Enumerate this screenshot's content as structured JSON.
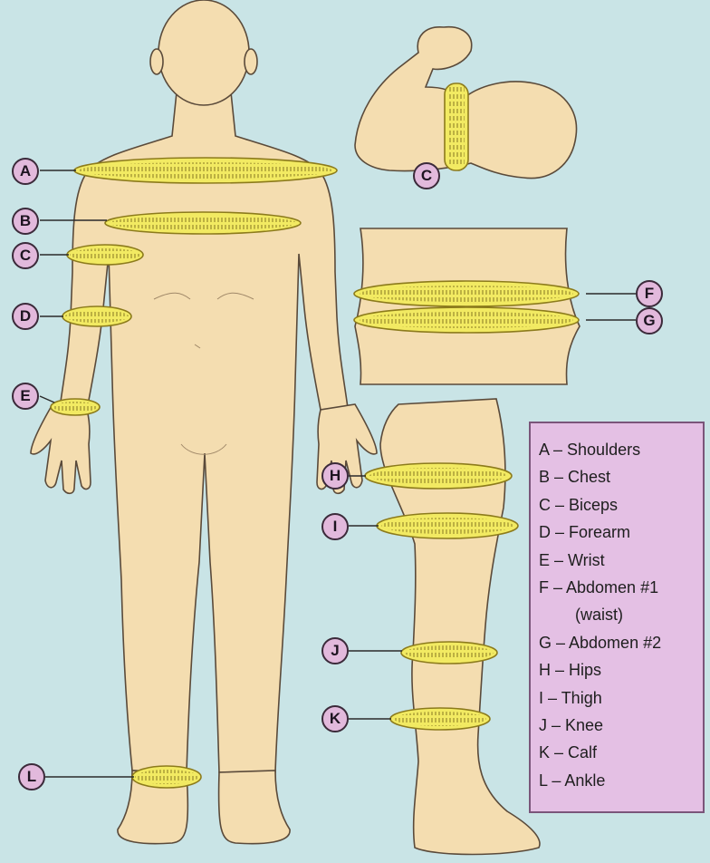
{
  "labels": {
    "a": "A",
    "b": "B",
    "c": "C",
    "d": "D",
    "e": "E",
    "f": "F",
    "g": "G",
    "h": "H",
    "i": "I",
    "j": "J",
    "k": "K",
    "l": "L"
  },
  "legend": {
    "items": [
      "A – Shoulders",
      "B – Chest",
      "C – Biceps",
      "D – Forearm",
      "E – Wrist",
      "F – Abdomen #1",
      "(waist)",
      "G – Abdomen #2",
      "H – Hips",
      "I  – Thigh",
      "J – Knee",
      "K – Calf",
      "L – Ankle"
    ]
  },
  "colors": {
    "skin": "#f4ddb0",
    "skin_outline": "#5a4a3a",
    "tape": "#f2ea62",
    "tape_edge": "#8c7b1c",
    "label_fill": "#e2b9dc",
    "legend_fill": "#e4c0e4",
    "background": "#c9e4e6"
  }
}
